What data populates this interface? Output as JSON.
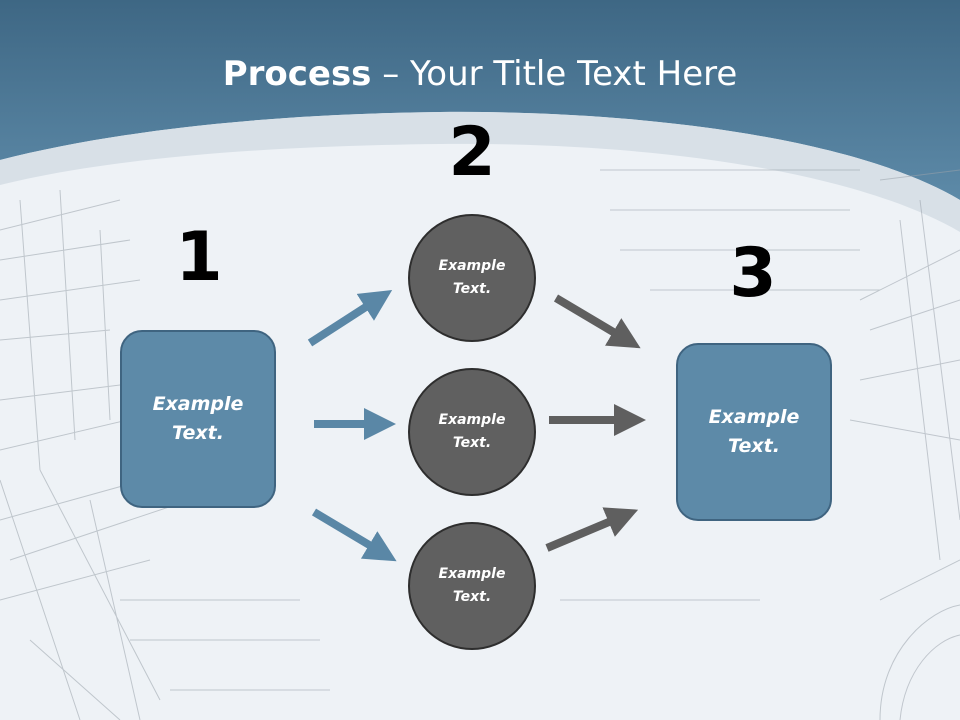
{
  "slide": {
    "title_bold": "Process",
    "title_rest": " – Your Title Text Here",
    "step_numbers": [
      "1",
      "2",
      "3"
    ],
    "left_box": "Example Text.",
    "right_box": "Example Text.",
    "circles": [
      "Example Text.",
      "Example Text.",
      "Example Text."
    ]
  },
  "colors": {
    "header": "#4f7d9c",
    "box_fill": "#5d8aa8",
    "circle_fill": "#606060",
    "blue_arrow": "#5a87a6",
    "gray_arrow": "#5f5f5f"
  }
}
